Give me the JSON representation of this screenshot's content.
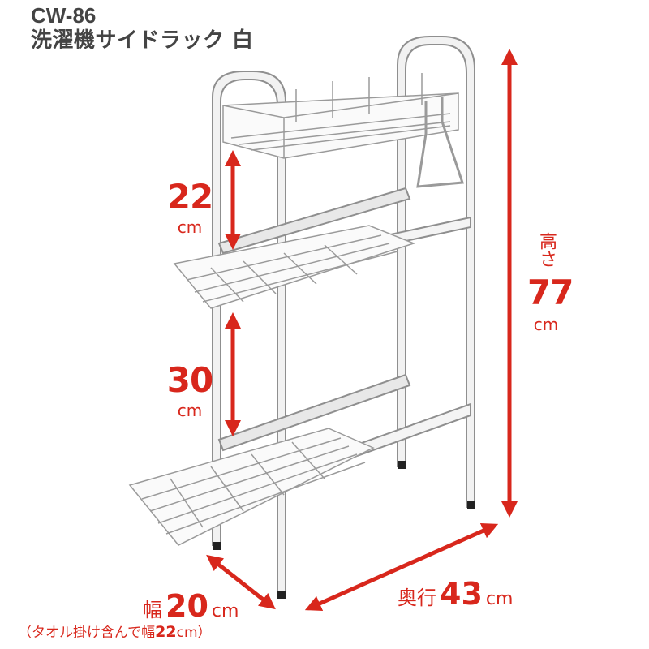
{
  "product": {
    "model": "CW-86",
    "name": "洗濯機サイドラック 白"
  },
  "dimensions": {
    "shelf_gap_top": {
      "value": "22",
      "unit": "cm"
    },
    "shelf_gap_bottom": {
      "value": "30",
      "unit": "cm"
    },
    "height": {
      "label": "高さ",
      "value": "77",
      "unit": "cm"
    },
    "width": {
      "label": "幅",
      "value": "20",
      "unit": "cm"
    },
    "depth": {
      "label": "奥行",
      "value": "43",
      "unit": "cm"
    },
    "note": {
      "prefix": "（タオル掛け含んで幅",
      "value": "22",
      "unit": "cm）"
    }
  },
  "colors": {
    "accent": "#d8271c",
    "frame": "#f2f2f2",
    "frame_outline": "#8f8f8f"
  }
}
